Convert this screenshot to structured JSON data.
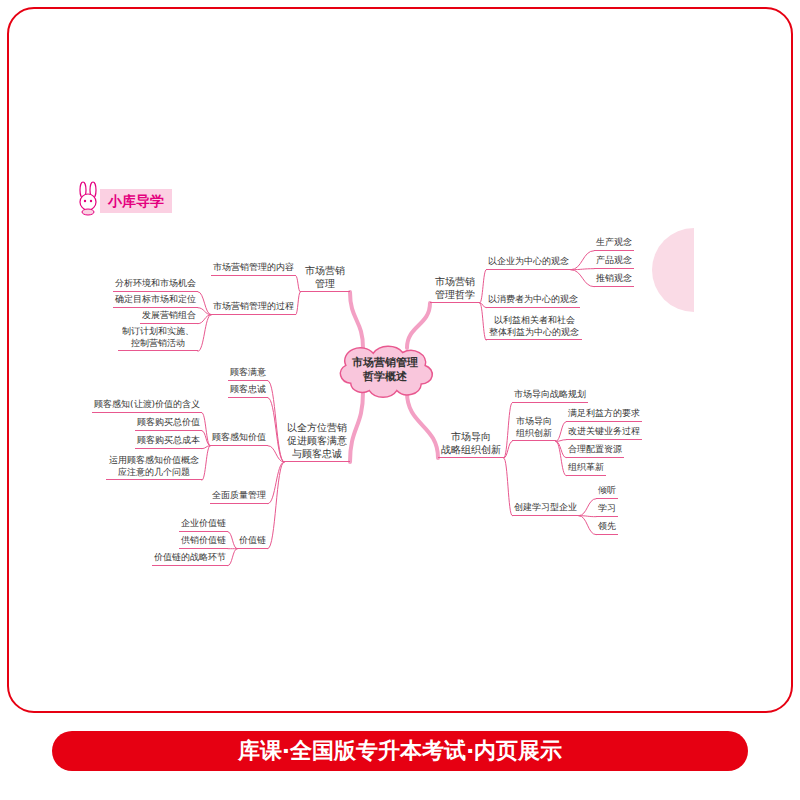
{
  "diagram": {
    "nodes": [
      {
        "text": [
          "小库导学"
        ]
      },
      {
        "text": [
          "市场营销管理 哲学概述"
        ]
      },
      {
        "text": [
          "市场营销 管理"
        ]
      },
      {
        "text": [
          "市场营销管理的内容"
        ]
      },
      {
        "text": [
          "市场营销管理的过程"
        ]
      },
      {
        "text": [
          "分析环境和市场机会"
        ]
      },
      {
        "text": [
          "确定目标市场和定位"
        ]
      },
      {
        "text": [
          "发展营销组合"
        ]
      },
      {
        "text": [
          "制订计划和实施、 控制营销活动"
        ]
      },
      {
        "text": [
          "市场营销 管理哲学"
        ]
      },
      {
        "text": [
          "以企业为中心的观念"
        ]
      },
      {
        "text": [
          "生产观念"
        ]
      },
      {
        "text": [
          "产品观念"
        ]
      },
      {
        "text": [
          "推销观念"
        ]
      },
      {
        "text": [
          "以消费者为中心的观念"
        ]
      },
      {
        "text": [
          "以利益相关者和社会 整体利益为中心的观念"
        ]
      },
      {
        "text": [
          "以全方位营销 促进顾客满意 与顾客忠诚"
        ]
      },
      {
        "text": [
          "顾客满意"
        ]
      },
      {
        "text": [
          "顾客忠诚"
        ]
      },
      {
        "text": [
          "顾客感知价值"
        ]
      },
      {
        "text": [
          "顾客感知(让渡)价值的含义"
        ]
      },
      {
        "text": [
          "顾客购买总价值"
        ]
      },
      {
        "text": [
          "顾客购买总成本"
        ]
      },
      {
        "text": [
          "运用顾客感知价值概念 应注意的几个问题"
        ]
      },
      {
        "text": [
          "全面质量管理"
        ]
      },
      {
        "text": [
          "价值链"
        ]
      },
      {
        "text": [
          "企业价值链"
        ]
      },
      {
        "text": [
          "供销价值链"
        ]
      },
      {
        "text": [
          "价值链的战略环节"
        ]
      },
      {
        "text": [
          "市场导向 战略组织创新"
        ]
      },
      {
        "text": [
          "市场导向战略规划"
        ]
      },
      {
        "text": [
          "市场导向 组织创新"
        ]
      },
      {
        "text": [
          "满足利益方的要求"
        ]
      },
      {
        "text": [
          "改进关键业务过程"
        ]
      },
      {
        "text": [
          "合理配置资源"
        ]
      },
      {
        "text": [
          "组织革新"
        ]
      },
      {
        "text": [
          "创建学习型企业"
        ]
      },
      {
        "text": [
          "倾听"
        ]
      },
      {
        "text": [
          "学习"
        ]
      },
      {
        "text": [
          "领先"
        ]
      },
      {
        "text": [
          "库课·全国版专升本考试·内页展示"
        ]
      }
    ],
    "edges": [
      {
        "from": 1,
        "to": 2,
        "arrow": "none"
      },
      {
        "from": 1,
        "to": 9,
        "arrow": "none"
      },
      {
        "from": 1,
        "to": 16,
        "arrow": "none"
      },
      {
        "from": 1,
        "to": 29,
        "arrow": "none"
      },
      {
        "from": 2,
        "to": 3,
        "arrow": "none"
      },
      {
        "from": 2,
        "to": 4,
        "arrow": "none"
      },
      {
        "from": 4,
        "to": 5,
        "arrow": "none"
      },
      {
        "from": 4,
        "to": 6,
        "arrow": "none"
      },
      {
        "from": 4,
        "to": 7,
        "arrow": "none"
      },
      {
        "from": 4,
        "to": 8,
        "arrow": "none"
      },
      {
        "from": 9,
        "to": 10,
        "arrow": "none"
      },
      {
        "from": 9,
        "to": 14,
        "arrow": "none"
      },
      {
        "from": 9,
        "to": 15,
        "arrow": "none"
      },
      {
        "from": 10,
        "to": 11,
        "arrow": "none"
      },
      {
        "from": 10,
        "to": 12,
        "arrow": "none"
      },
      {
        "from": 10,
        "to": 13,
        "arrow": "none"
      },
      {
        "from": 16,
        "to": 17,
        "arrow": "none"
      },
      {
        "from": 16,
        "to": 18,
        "arrow": "none"
      },
      {
        "from": 16,
        "to": 19,
        "arrow": "none"
      },
      {
        "from": 16,
        "to": 24,
        "arrow": "none"
      },
      {
        "from": 16,
        "to": 25,
        "arrow": "none"
      },
      {
        "from": 19,
        "to": 20,
        "arrow": "none"
      },
      {
        "from": 19,
        "to": 21,
        "arrow": "none"
      },
      {
        "from": 19,
        "to": 22,
        "arrow": "none"
      },
      {
        "from": 19,
        "to": 23,
        "arrow": "none"
      },
      {
        "from": 25,
        "to": 26,
        "arrow": "none"
      },
      {
        "from": 25,
        "to": 27,
        "arrow": "none"
      },
      {
        "from": 25,
        "to": 28,
        "arrow": "none"
      },
      {
        "from": 29,
        "to": 30,
        "arrow": "none"
      },
      {
        "from": 29,
        "to": 31,
        "arrow": "none"
      },
      {
        "from": 29,
        "to": 36,
        "arrow": "none"
      },
      {
        "from": 31,
        "to": 32,
        "arrow": "none"
      },
      {
        "from": 31,
        "to": 33,
        "arrow": "none"
      },
      {
        "from": 31,
        "to": 34,
        "arrow": "none"
      },
      {
        "from": 31,
        "to": 35,
        "arrow": "none"
      },
      {
        "from": 36,
        "to": 37,
        "arrow": "none"
      },
      {
        "from": 36,
        "to": 38,
        "arrow": "none"
      },
      {
        "from": 36,
        "to": 39,
        "arrow": "none"
      }
    ]
  }
}
